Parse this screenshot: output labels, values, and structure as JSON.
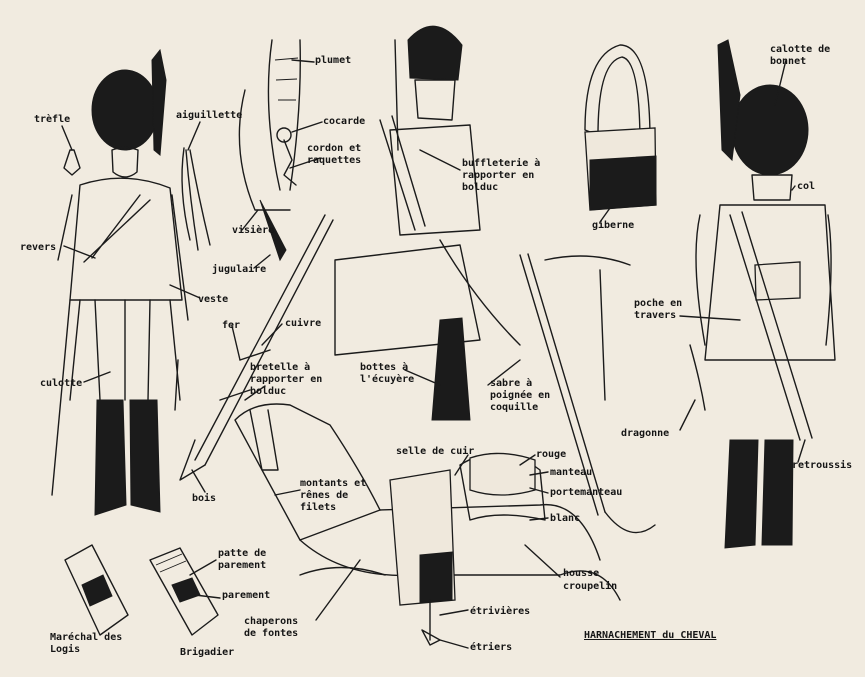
{
  "labels": {
    "trefle": "trèfle",
    "aiguillette": "aiguillette",
    "plumet": "plumet",
    "cocarde": "cocarde",
    "cordon": "cordon et\nraquettes",
    "visiere": "visière",
    "jugulaire": "jugulaire",
    "revers": "revers",
    "veste": "veste",
    "culotte": "culotte",
    "fer": "fer",
    "cuivre": "cuivre",
    "bretelle": "bretelle à\nrapporter en\nbolduc",
    "bois": "bois",
    "buffleterie": "buffleterie à\nrapporter en\nbolduc",
    "giberne": "giberne",
    "bottes": "bottes à\nl'écuyère",
    "sabre": "sabre à\npoignée en\ncoquille",
    "calotte": "calotte de\nbonnet",
    "col": "col",
    "poche": "poche en\ntravers",
    "dragonne": "dragonne",
    "retroussis": "retroussis",
    "selle": "selle de cuir",
    "rouge": "rouge",
    "manteau": "manteau",
    "portemanteau": "portemanteau",
    "blanc": "blanc",
    "montants": "montants et\nrênes de\nfilets",
    "housse": "housse",
    "croupelin": "croupelin",
    "etrivieres": "étrivières",
    "etriers": "étriers",
    "chaperons": "chaperons\nde fontes",
    "patte": "patte de\nparement",
    "parement": "parement",
    "marechal": "Maréchal des\nLogis",
    "brigadier": "Brigadier"
  },
  "title": "HARNACHEMENT du CHEVAL"
}
